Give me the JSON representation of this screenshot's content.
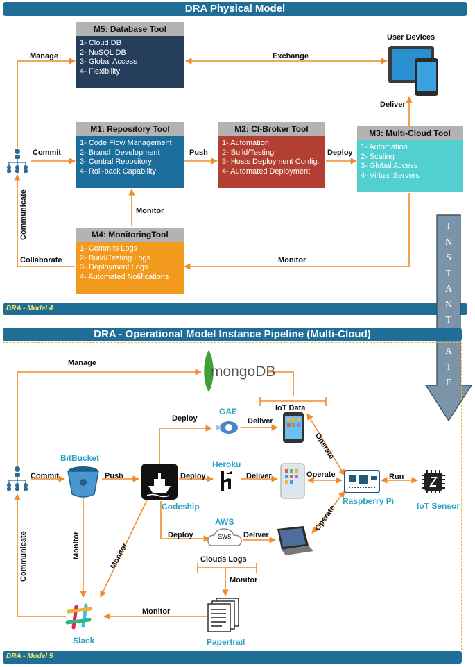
{
  "top": {
    "title": "DRA Physical Model",
    "footer": "DRA - Model 4",
    "m5": {
      "title": "M5: Database Tool",
      "items": [
        "1- Cloud DB",
        "2- NoSQL DB",
        "3- Global Access",
        "4- Flexibility"
      ]
    },
    "m1": {
      "title": "M1: Repository Tool",
      "items": [
        "1- Code Flow Management",
        "2- Branch Development",
        "3- Central Repository",
        "4- Roll-back Capability"
      ]
    },
    "m2": {
      "title": "M2: CI-Broker Tool",
      "items": [
        "1- Automation",
        "2- Build/Testing",
        "3- Hosts Deployment Config.",
        "4- Automated Deployment"
      ]
    },
    "m3": {
      "title": "M3: Multi-Cloud Tool",
      "items": [
        "1- Automation",
        "2- Scaling",
        "3- Global Access",
        "4- Virtual Servers"
      ]
    },
    "m4": {
      "title": "M4: MonitoringTool",
      "items": [
        "1- Commits Logs",
        "2- Build/Testing Logs",
        "3- Deployment Logs",
        "4- Automated Notifications"
      ]
    },
    "user_devices": "User Devices",
    "labels": {
      "manage": "Manage",
      "exchange": "Exchange",
      "deliver": "Deliver",
      "commit": "Commit",
      "push": "Push",
      "deploy": "Deploy",
      "monitor_up": "Monitor",
      "monitor_bottom": "Monitor",
      "collaborate": "Collaborate",
      "communicate": "Communicate"
    }
  },
  "instantiate": "INSTANTIATE",
  "bottom": {
    "title": "DRA - Operational Model Instance Pipeline (Multi-Cloud)",
    "footer": "DRA - Model 5",
    "tools": {
      "bitbucket": "BitBucket",
      "codeship": "Codeship",
      "gae": "GAE",
      "heroku": "Heroku",
      "aws": "AWS",
      "raspberry": "Raspberry Pi",
      "iot_sensor": "IoT Sensor",
      "slack": "Slack",
      "papertrail": "Papertrail",
      "mongodb": "mongoDB",
      "aws_logo": "aws"
    },
    "labels": {
      "manage": "Manage",
      "commit": "Commit",
      "push": "Push",
      "deploy_gae": "Deploy",
      "deploy_heroku": "Deploy",
      "deploy_aws": "Deploy",
      "deliver_gae": "Deliver",
      "deliver_heroku": "Deliver",
      "deliver_aws": "Deliver",
      "operate_1": "Operate",
      "operate_2": "Operate",
      "operate_3": "Operate",
      "run": "Run",
      "iot_data": "IoT Data",
      "clouds_logs": "Clouds Logs",
      "monitor_bb": "Monitor",
      "monitor_cs": "Monitor",
      "monitor_logs": "Monitor",
      "monitor_pt": "Monitor",
      "communicate": "Communicate"
    }
  },
  "colors": {
    "banner": "#1f6e97",
    "orange": "#f08c2a",
    "m5": "#243e5c",
    "m1": "#1b6e9c",
    "m2": "#b23f32",
    "m3": "#52cfcf",
    "m4": "#f29a1d",
    "tool_label": "#2aa3c7"
  }
}
